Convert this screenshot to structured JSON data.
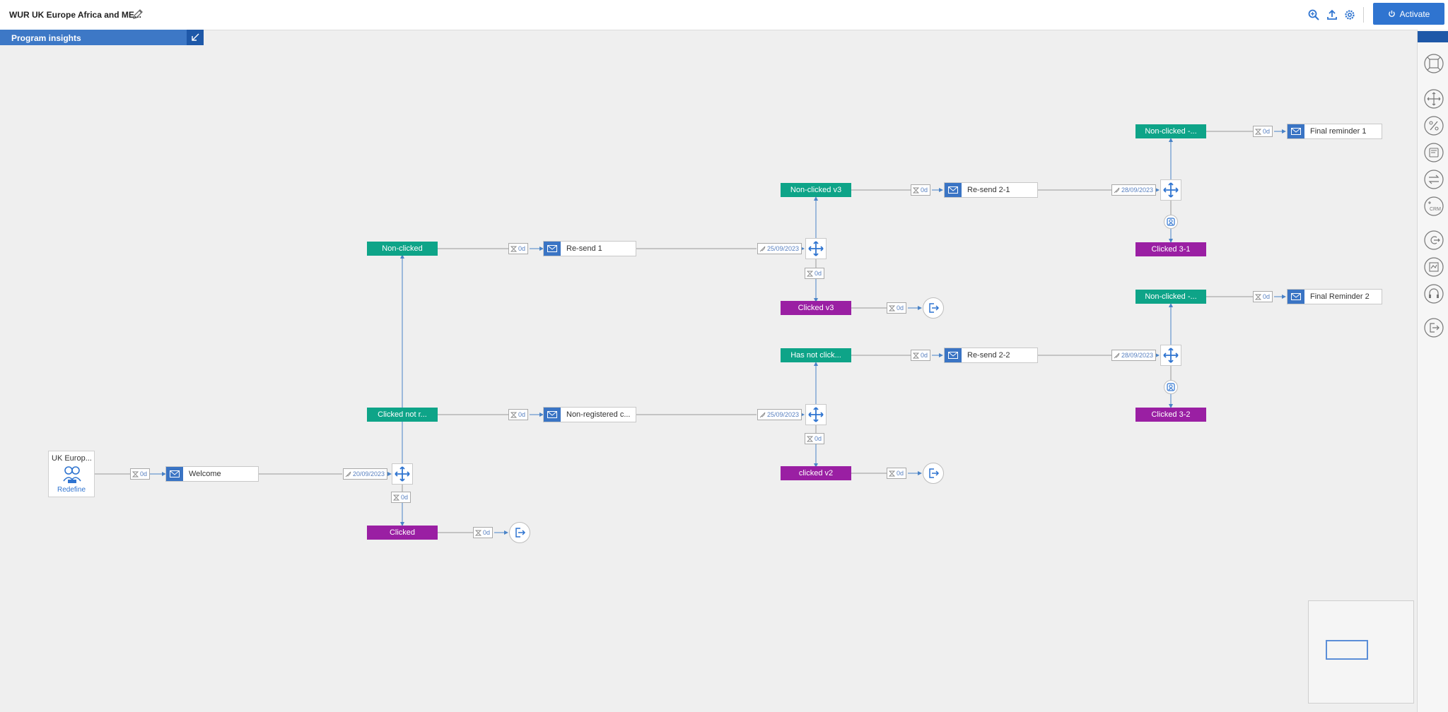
{
  "header": {
    "title": "WUR UK Europe Africa and ME...",
    "activate_label": "Activate"
  },
  "insights": {
    "label": "Program insights"
  },
  "audience": {
    "title": "UK Europ...",
    "link": "Redefine"
  },
  "segments": {
    "nonclicked": "Non-clicked",
    "clicked_not": "Clicked not r...",
    "clicked": "Clicked",
    "nonclicked_v3": "Non-clicked v3",
    "clicked_v3": "Clicked v3",
    "has_not_click": "Has not click...",
    "clicked_v2": "clicked v2",
    "nonclicked_top": "Non-clicked -...",
    "clicked_31": "Clicked 3-1",
    "nonclicked_mid": "Non-clicked -...",
    "clicked_32": "Clicked 3-2"
  },
  "emails": {
    "welcome": "Welcome",
    "resend1": "Re-send 1",
    "nonregistered": "Non-registered c...",
    "resend21": "Re-send 2-1",
    "resend22": "Re-send 2-2",
    "final1": "Final reminder 1",
    "final2": "Final Reminder 2"
  },
  "waits": {
    "zero": "0d",
    "date1": "20/09/2023",
    "date2": "25/09/2023",
    "date3": "28/09/2023"
  },
  "colors": {
    "accent": "#2f74d0",
    "segment_green": "#0ea488",
    "segment_purple": "#9a1fa3",
    "insights_bar": "#3d78c6"
  }
}
